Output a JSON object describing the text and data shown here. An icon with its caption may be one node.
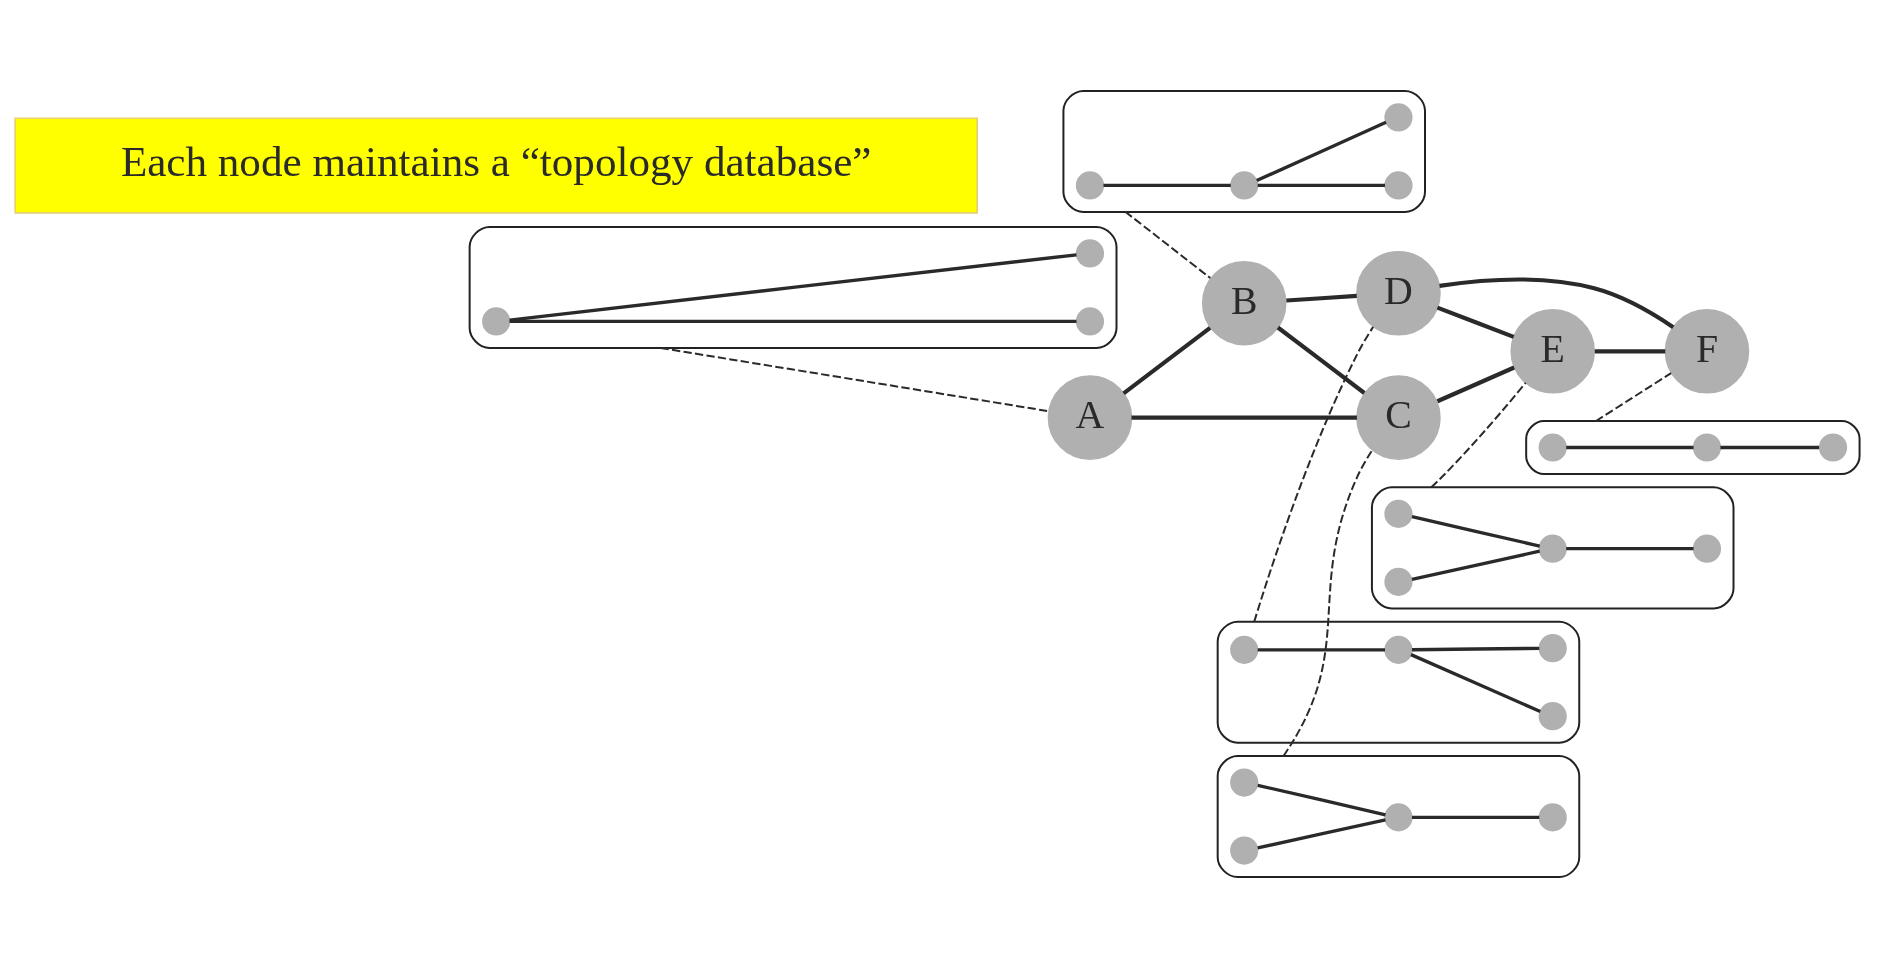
{
  "diagram": {
    "nodes": [
      {
        "text": [],
        "shape": "cloud"
      },
      {
        "text": [],
        "shape": "circle",
        "in": 0
      },
      {
        "text": [],
        "shape": "circle",
        "in": 0
      },
      {
        "text": [],
        "shape": "circle",
        "in": 0
      },
      {
        "text": [],
        "shape": "circle",
        "in": 0
      },
      {
        "text": [],
        "shape": "cloud"
      },
      {
        "text": [],
        "shape": "circle",
        "in": 5
      },
      {
        "text": [],
        "shape": "circle",
        "in": 5
      },
      {
        "text": [],
        "shape": "circle",
        "in": 5
      },
      {
        "text": [],
        "shape": "circle",
        "in": 5
      },
      {
        "text": [],
        "shape": "cloud"
      },
      {
        "text": [],
        "shape": "circle",
        "in": 10
      },
      {
        "text": [],
        "shape": "circle",
        "in": 10
      },
      {
        "text": [],
        "shape": "circle",
        "in": 10
      },
      {
        "text": [],
        "shape": "cloud"
      },
      {
        "text": [],
        "shape": "circle",
        "in": 14
      },
      {
        "text": [],
        "shape": "circle",
        "in": 14
      },
      {
        "text": [],
        "shape": "circle",
        "in": 14
      },
      {
        "text": [
          "B"
        ]
      },
      {
        "text": [
          "D"
        ]
      },
      {
        "text": [
          "A"
        ]
      },
      {
        "text": [
          "Each node maintains a “topology database”"
        ]
      },
      {
        "text": [
          "F"
        ]
      },
      {
        "text": [
          "C"
        ]
      },
      {
        "text": [
          "E"
        ]
      },
      {
        "text": [],
        "shape": "cloud"
      },
      {
        "text": [],
        "shape": "circle",
        "in": 25
      },
      {
        "text": [],
        "shape": "circle",
        "in": 25
      },
      {
        "text": [],
        "shape": "circle",
        "in": 25
      },
      {
        "text": [],
        "shape": "circle",
        "in": 25
      },
      {
        "text": [],
        "shape": "cloud"
      },
      {
        "text": [],
        "shape": "circle",
        "in": 30
      },
      {
        "text": [],
        "shape": "circle",
        "in": 30
      },
      {
        "text": [],
        "shape": "circle",
        "in": 30
      },
      {
        "text": [],
        "shape": "circle",
        "in": 30
      }
    ],
    "edges": [
      {
        "from": 20,
        "to": 18,
        "arrow": "none"
      },
      {
        "from": 20,
        "to": 23,
        "arrow": "none"
      },
      {
        "from": 18,
        "to": 19,
        "arrow": "none"
      },
      {
        "from": 18,
        "to": 23,
        "arrow": "none"
      },
      {
        "from": 19,
        "to": 24,
        "arrow": "none"
      },
      {
        "from": 23,
        "to": 24,
        "arrow": "none"
      },
      {
        "from": 19,
        "to": 22,
        "arrow": "none"
      },
      {
        "from": 24,
        "to": 22,
        "arrow": "none"
      },
      {
        "from": 0,
        "to": 18,
        "arrow": "none",
        "style": "dashed"
      },
      {
        "from": 5,
        "to": 19,
        "arrow": "none",
        "style": "dashed"
      },
      {
        "from": 10,
        "to": 20,
        "arrow": "none",
        "style": "dashed"
      },
      {
        "from": 14,
        "to": 22,
        "arrow": "none",
        "style": "dashed"
      },
      {
        "from": 25,
        "to": 23,
        "arrow": "none",
        "style": "dashed"
      },
      {
        "from": 30,
        "to": 24,
        "arrow": "none",
        "style": "dashed"
      },
      {
        "from": 1,
        "to": 2,
        "arrow": "none"
      },
      {
        "from": 2,
        "to": 3,
        "arrow": "none"
      },
      {
        "from": 2,
        "to": 4,
        "arrow": "none"
      },
      {
        "from": 6,
        "to": 7,
        "arrow": "none"
      },
      {
        "from": 7,
        "to": 8,
        "arrow": "none"
      },
      {
        "from": 7,
        "to": 9,
        "arrow": "none"
      },
      {
        "from": 11,
        "to": 12,
        "arrow": "none"
      },
      {
        "from": 11,
        "to": 13,
        "arrow": "none"
      },
      {
        "from": 15,
        "to": 16,
        "arrow": "none"
      },
      {
        "from": 16,
        "to": 17,
        "arrow": "none"
      },
      {
        "from": 26,
        "to": 28,
        "arrow": "none"
      },
      {
        "from": 27,
        "to": 28,
        "arrow": "none"
      },
      {
        "from": 28,
        "to": 29,
        "arrow": "none"
      },
      {
        "from": 31,
        "to": 33,
        "arrow": "none"
      },
      {
        "from": 32,
        "to": 33,
        "arrow": "none"
      },
      {
        "from": 33,
        "to": 34,
        "arrow": "none"
      }
    ]
  }
}
